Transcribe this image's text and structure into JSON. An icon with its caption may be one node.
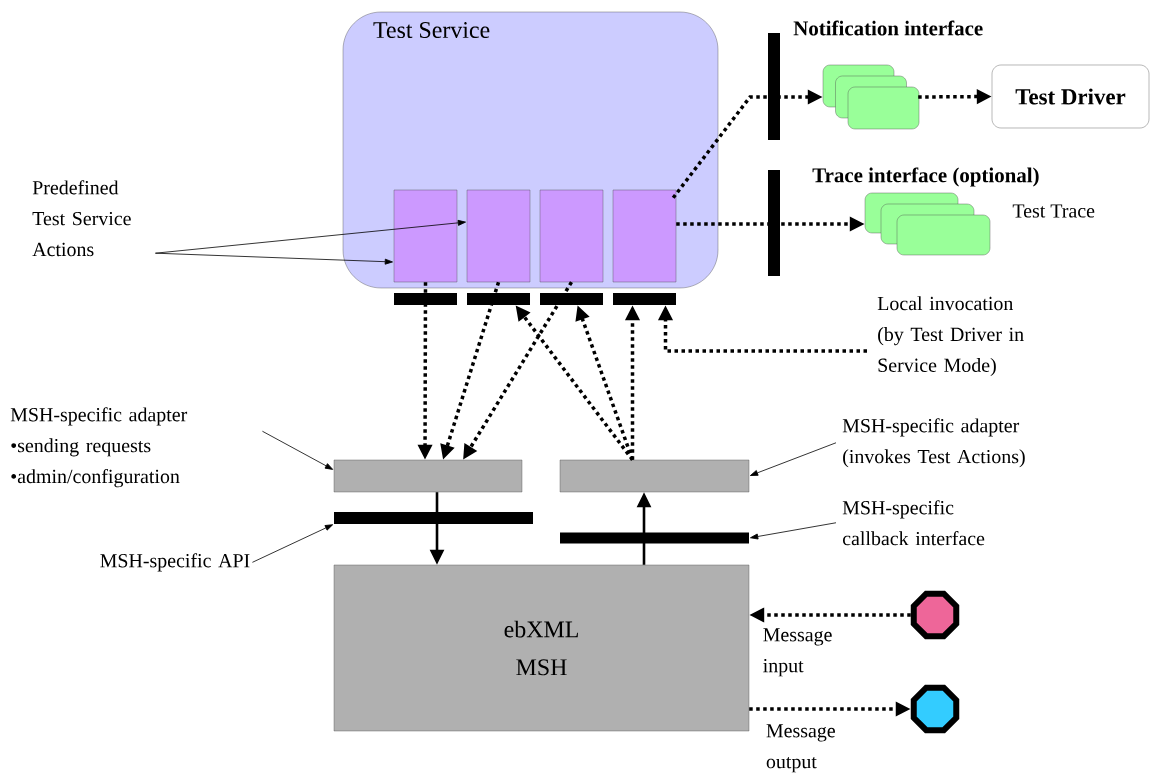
{
  "diagram": {
    "nodes": [
      {
        "text": [
          "Test Service"
        ]
      },
      {
        "text": [],
        "shape": "box",
        "in": 0
      },
      {
        "text": [],
        "shape": "box",
        "in": 0
      },
      {
        "text": [],
        "shape": "box",
        "in": 0
      },
      {
        "text": [],
        "shape": "box",
        "in": 0
      },
      {
        "text": [],
        "shape": "box"
      },
      {
        "text": [
          "Test Driver"
        ]
      },
      {
        "text": [],
        "shape": "box",
        "beside": [
          "Test Trace"
        ]
      },
      {
        "text": [
          "Predefined Test Service Actions"
        ]
      },
      {
        "text": [],
        "shape": "bar"
      },
      {
        "text": [],
        "shape": "bar"
      },
      {
        "text": [],
        "shape": "bar"
      },
      {
        "text": [],
        "shape": "bar"
      },
      {
        "text": [
          "Local invocation (by Test Driver in Service Mode)"
        ]
      },
      {
        "text": [
          "MSH-specific adapter",
          "•sending requests",
          "•admin/configuration"
        ]
      },
      {
        "text": [],
        "shape": "box"
      },
      {
        "text": [
          "MSH-specific adapter (invokes Test Actions)"
        ]
      },
      {
        "text": [],
        "shape": "box"
      },
      {
        "text": [
          "MSH-specific API"
        ]
      },
      {
        "text": [],
        "shape": "bar"
      },
      {
        "text": [
          "MSH-specific callback interface"
        ]
      },
      {
        "text": [],
        "shape": "bar"
      },
      {
        "text": [
          "ebXML MSH"
        ]
      },
      {
        "text": [],
        "shape": "circle"
      },
      {
        "text": [],
        "shape": "circle"
      }
    ],
    "edges": [
      {
        "from": 8,
        "to": 1,
        "arrow": "to"
      },
      {
        "from": 8,
        "to": 2,
        "arrow": "to"
      },
      {
        "from": 1,
        "to": 15,
        "arrow": "to",
        "style": "dashed"
      },
      {
        "from": 2,
        "to": 15,
        "arrow": "to",
        "style": "dashed"
      },
      {
        "from": 3,
        "to": 15,
        "arrow": "to",
        "style": "dashed"
      },
      {
        "from": 17,
        "to": 10,
        "arrow": "to",
        "style": "dashed"
      },
      {
        "from": 17,
        "to": 11,
        "arrow": "to",
        "style": "dashed"
      },
      {
        "from": 17,
        "to": 12,
        "arrow": "to",
        "style": "dashed"
      },
      {
        "from": 13,
        "to": 12,
        "arrow": "to",
        "style": "dashed"
      },
      {
        "from": 4,
        "to": 5,
        "arrow": "to",
        "style": "dashed"
      },
      {
        "from": 5,
        "to": 6,
        "arrow": "to",
        "style": "dashed"
      },
      {
        "from": 4,
        "to": 7,
        "arrow": "to",
        "style": "dashed"
      },
      {
        "from": 14,
        "to": 15,
        "arrow": "to"
      },
      {
        "from": 18,
        "to": 19,
        "arrow": "to"
      },
      {
        "from": 16,
        "to": 17,
        "arrow": "to"
      },
      {
        "from": 20,
        "to": 21,
        "arrow": "to"
      },
      {
        "from": 15,
        "to": 22,
        "arrow": "to"
      },
      {
        "from": 22,
        "to": 17,
        "arrow": "to"
      },
      {
        "from": 23,
        "to": 22,
        "arrow": "to",
        "style": "dashed",
        "label": "Message input"
      },
      {
        "from": 22,
        "to": 24,
        "arrow": "to",
        "style": "dashed",
        "label": "Message output"
      }
    ],
    "labels": [
      "Notification interface",
      "Trace interface (optional)"
    ]
  }
}
